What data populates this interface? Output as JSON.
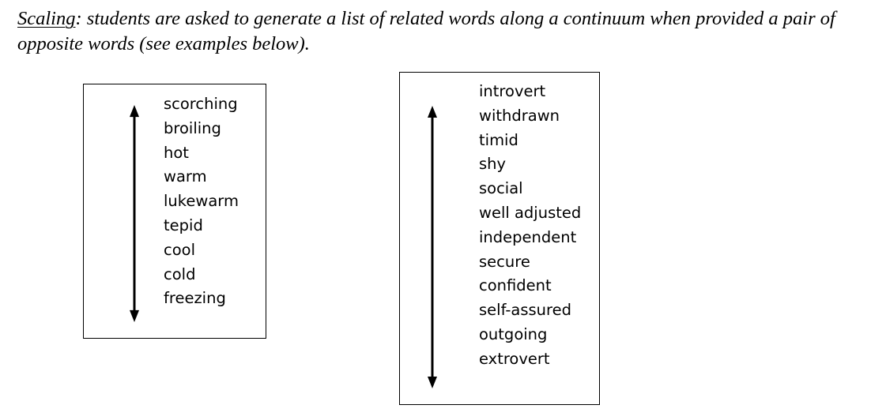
{
  "intro": {
    "term": "Scaling",
    "text": ": students are asked to generate a list of related words along a continuum when provided a pair of opposite words (see examples below)."
  },
  "examples": [
    {
      "words": [
        "scorching",
        "broiling",
        "hot",
        "warm",
        "lukewarm",
        "tepid",
        "cool",
        "cold",
        "freezing"
      ]
    },
    {
      "words": [
        "introvert",
        "withdrawn",
        "timid",
        "shy",
        "social",
        "well adjusted",
        "independent",
        "secure",
        "confident",
        "self-assured",
        "outgoing",
        "extrovert"
      ]
    }
  ],
  "icons": {
    "continuum_arrow": "double-headed-vertical-arrow"
  }
}
